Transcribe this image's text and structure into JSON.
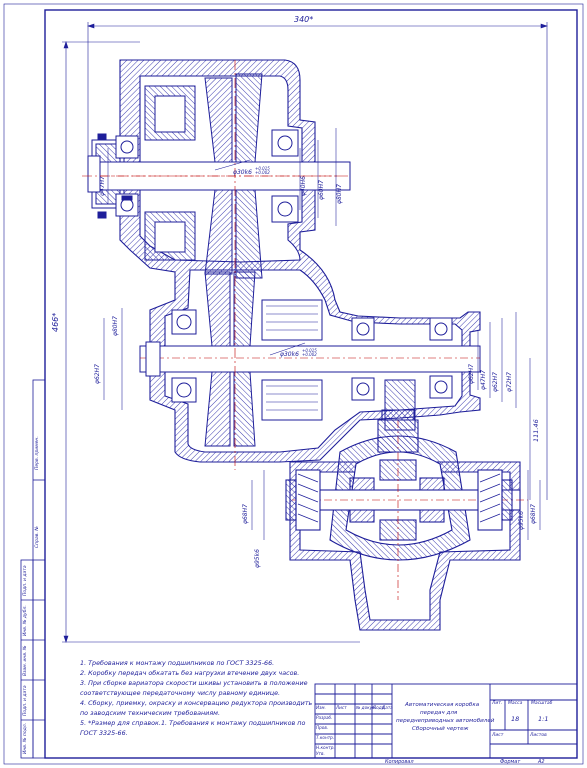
{
  "drawing": {
    "dimensions": {
      "overall_width": "340*",
      "overall_height": "466*",
      "center_distance": "111.46",
      "fit_upper_shaft": "φ30k6",
      "fit_lower_shaft": "φ30k6",
      "tol_upper_shaft": "+0.015 +0.002",
      "tol_lower_shaft": "+0.015 +0.002",
      "left_upper_dia": "φ47H7",
      "right_upper_dia_1": "φ40H6",
      "right_upper_dia_2": "φ60H7",
      "right_upper_dia_3": "φ80H7",
      "left_lower_dia_1": "φ62H7",
      "left_lower_dia_2": "φ80H7",
      "right_lower_dia_1": "φ62H7",
      "right_lower_dia_2": "φ47H7",
      "right_lower_dia_3": "φ62H7",
      "right_lower_dia_4": "φ72H7",
      "diff_left_dia_1": "φ68H7",
      "diff_left_dia_2": "φ95k6",
      "diff_right_dia_1": "φ95k6",
      "diff_right_dia_2": "φ68H7"
    },
    "notes": [
      "1. Требования к монтажу подшипников по ГОСТ 3325-66.",
      "2. Коробку передач обкатать без нагрузки втечение двух часов.",
      "3. При сборке вариатора скорости шкивы установить в положение",
      "соответствующее передаточному числу равному единице.",
      "4. Сборку, приемку, окраску и консервацию редуктора производить",
      "по заводским техническим требованиям.",
      "5. *Размер для справок.1. Требования к монтажу подшипников по",
      "ГОСТ 3325-66."
    ],
    "title_block": {
      "title_lines": [
        "Автоматическая коробка",
        "передач для",
        "переднеприводных автомобилей",
        "Сборочный чертеж"
      ],
      "header_cells": [
        "Лит.",
        "Масса",
        "Масштаб"
      ],
      "scale": "1:1",
      "mass": "18",
      "sheet": "Лист",
      "sheets": "Листов",
      "row_labels": [
        "Изм.",
        "Лист",
        "№ докум.",
        "Подп.",
        "Дата",
        "Разраб.",
        "Пров.",
        "Т.контр.",
        "Н.контр.",
        "Утв."
      ],
      "copied_label": "Копировал",
      "format_label": "Формат",
      "format_value": "А2"
    },
    "side_strip": [
      "Перв. примен.",
      "Справ. №",
      "Подп. и дата",
      "Инв. № дубл.",
      "Взам. инв. №",
      "Подп. и дата",
      "Инв. № подл."
    ],
    "colors": {
      "ink": "#1e1e9a",
      "paper": "#ffffff",
      "hatch": "#2a2aa8",
      "center": "#c00000"
    }
  }
}
